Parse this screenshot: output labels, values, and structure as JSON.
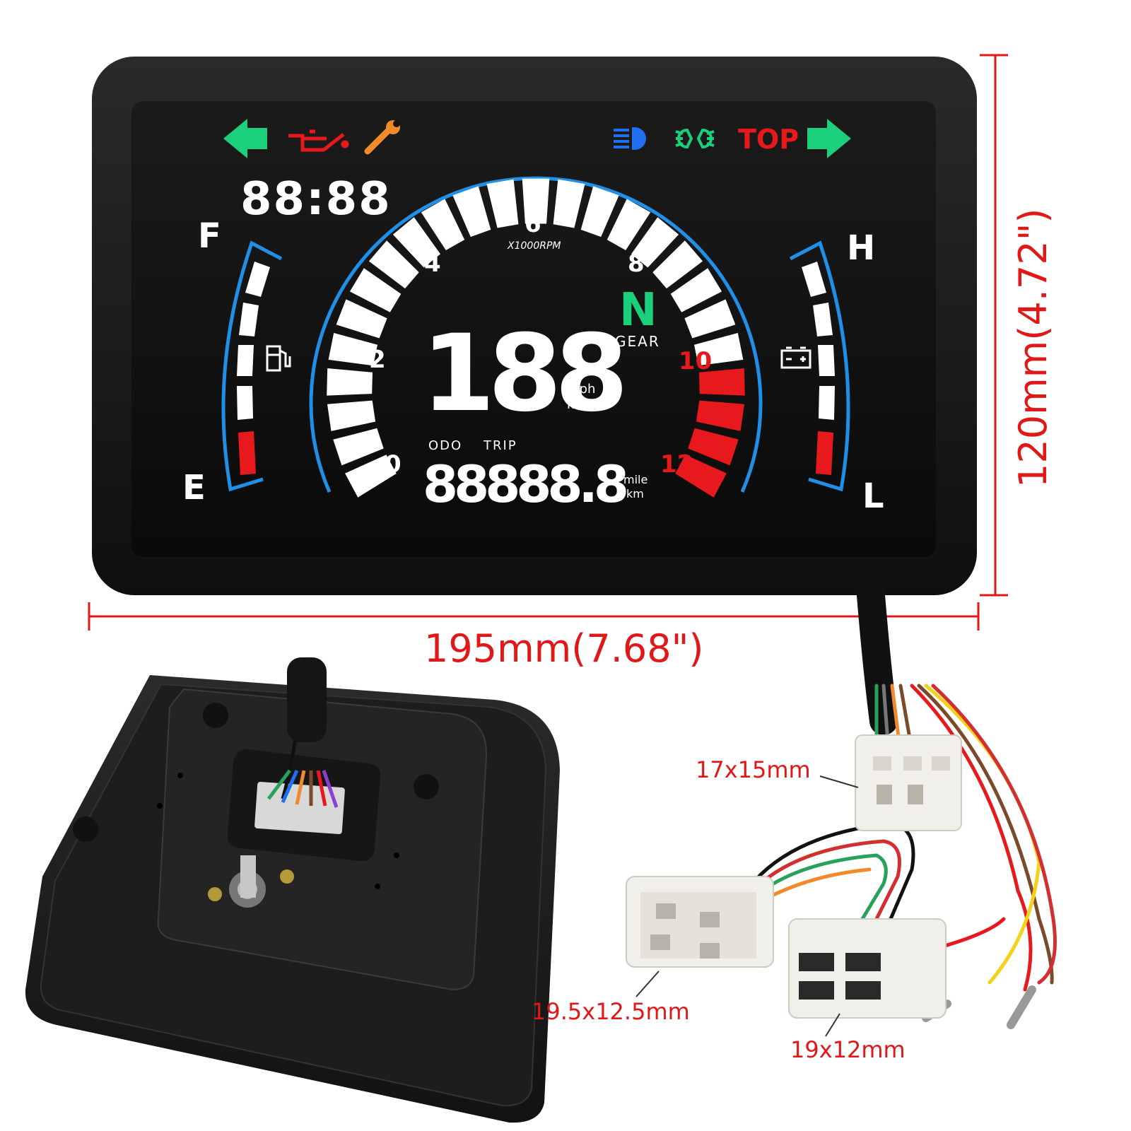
{
  "colors": {
    "dimension": "#e01818",
    "segment": "#ffffff",
    "arc": "#1f8fe8",
    "redline": "#e8191c",
    "green": "#1ad07a",
    "orange": "#f08a2a",
    "blue": "#1f6ff0",
    "bezel": "#161616"
  },
  "icons": [
    "left-turn-arrow-icon",
    "oil-can-icon",
    "wrench-icon",
    "high-beam-icon",
    "position-light-icon",
    "right-turn-arrow-icon",
    "fuel-pump-icon",
    "battery-icon"
  ],
  "display": {
    "top_label": "TOP",
    "clock": "88:88",
    "fuel_full": "F",
    "fuel_empty": "E",
    "temp_high": "H",
    "temp_low": "L",
    "rpm_unit": "X1000RPM",
    "rpm_ticks": [
      "0",
      "2",
      "4",
      "6",
      "8",
      "10",
      "12"
    ],
    "gear_value": "N",
    "gear_label": "GEAR",
    "speed": "188",
    "speed_unit_1": "mph",
    "speed_unit_2": "km/h",
    "odo_label": "ODO",
    "trip_label": "TRIP",
    "odometer": "88888.8",
    "distance_unit_1": "mile",
    "distance_unit_2": "km"
  },
  "dimensions": {
    "width": "195mm(7.68\")",
    "height": "120mm(4.72\")"
  },
  "connectors": {
    "top": "17x15mm",
    "left": "19.5x12.5mm",
    "right": "19x12mm"
  }
}
